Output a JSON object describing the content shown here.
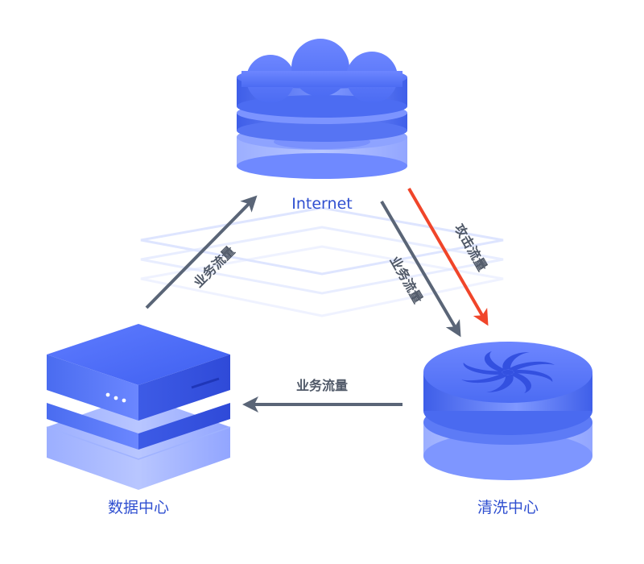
{
  "nodes": {
    "internet": {
      "label": "Internet"
    },
    "datacenter": {
      "label": "数据中心"
    },
    "scrubbing": {
      "label": "清洗中心"
    }
  },
  "flows": {
    "dc_to_internet": {
      "label": "业务流量"
    },
    "internet_to_scrub_business": {
      "label": "业务流量"
    },
    "internet_to_scrub_attack": {
      "label": "攻击流量"
    },
    "scrub_to_dc": {
      "label": "业务流量"
    }
  },
  "colors": {
    "primary_blue": "#4a6cf0",
    "business_arrow": "#5a6577",
    "attack_arrow": "#f0452a",
    "label_blue": "#2f4fd0"
  }
}
